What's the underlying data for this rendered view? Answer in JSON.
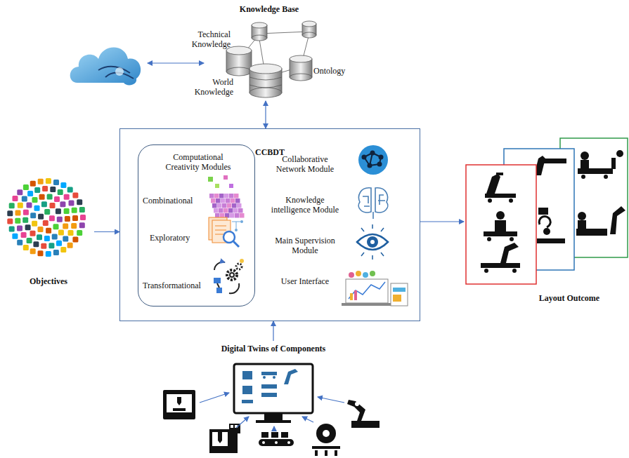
{
  "diagram": {
    "nodes": [
      {
        "text": [
          "Knowledge Base",
          "Technical Knowledge",
          "World Knowledge",
          "Ontology"
        ]
      },
      {
        "text": [
          "CCBDT",
          "Collaborative Network Module",
          "Knowledge intelligence Module",
          "Main Supervision Module",
          "User Interface"
        ]
      },
      {
        "text": [
          "Computational Creativity Modules",
          "Combinational",
          "Exploratory",
          "Transformational"
        ],
        "in": 1
      },
      {
        "text": [
          "Objectives"
        ]
      },
      {
        "text": [
          "Layout Outcome"
        ]
      },
      {
        "text": [
          "Digital Twins of Components"
        ]
      }
    ],
    "edges": [
      {
        "from": 0,
        "to": 1,
        "arrow": "both"
      },
      {
        "from": 3,
        "to": 1,
        "arrow": "to"
      },
      {
        "from": 1,
        "to": 4,
        "arrow": "to"
      },
      {
        "from": 5,
        "to": 1,
        "arrow": "to"
      }
    ]
  }
}
